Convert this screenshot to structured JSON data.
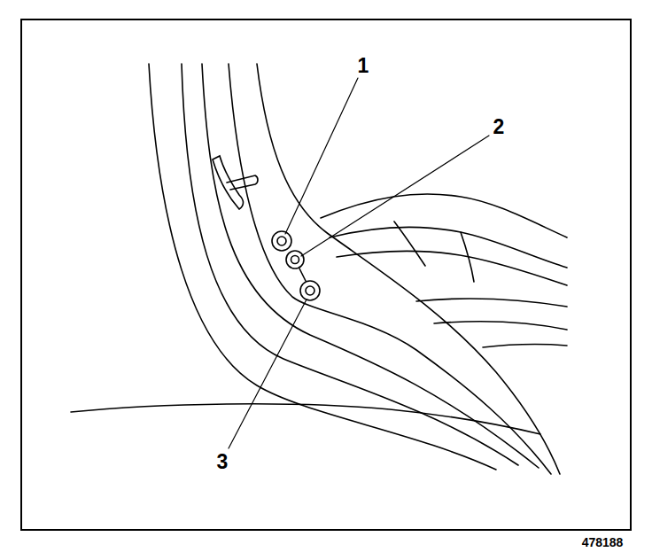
{
  "diagram": {
    "labels": [
      "1",
      "2",
      "3",
      "478188"
    ]
  }
}
